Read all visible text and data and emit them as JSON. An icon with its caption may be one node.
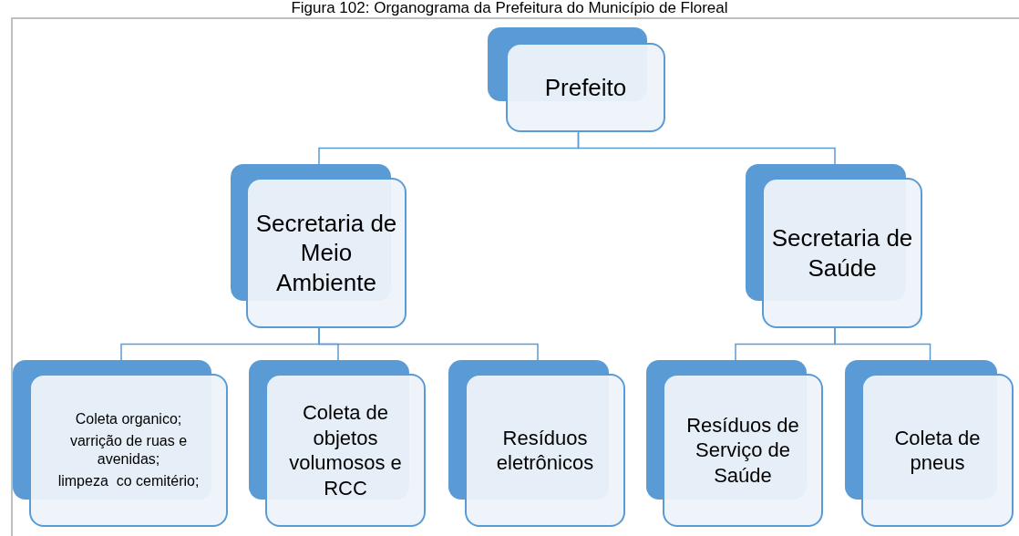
{
  "diagram": {
    "title": "Figura 102: Organograma da Prefeitura do Município de Floreal",
    "nodes": [
      {
        "text": [
          "Prefeito"
        ]
      },
      {
        "text": [
          "Secretaria de Meio Ambiente"
        ]
      },
      {
        "text": [
          "Secretaria de Saúde"
        ]
      },
      {
        "text": [
          "Coleta organico;",
          "varrição de ruas e avenidas;",
          "limpeza  co cemitério;"
        ]
      },
      {
        "text": [
          "Coleta de objetos volumosos e RCC"
        ]
      },
      {
        "text": [
          "Resíduos eletrônicos"
        ]
      },
      {
        "text": [
          "Resíduos de Serviço de Saúde"
        ]
      },
      {
        "text": [
          "Coleta de pneus"
        ]
      }
    ],
    "edges": [
      {
        "from": 0,
        "to": 1,
        "arrow": "none"
      },
      {
        "from": 0,
        "to": 2,
        "arrow": "none"
      },
      {
        "from": 1,
        "to": 3,
        "arrow": "none"
      },
      {
        "from": 1,
        "to": 4,
        "arrow": "none"
      },
      {
        "from": 1,
        "to": 5,
        "arrow": "none"
      },
      {
        "from": 2,
        "to": 6,
        "arrow": "none"
      },
      {
        "from": 2,
        "to": 7,
        "arrow": "none"
      }
    ]
  }
}
